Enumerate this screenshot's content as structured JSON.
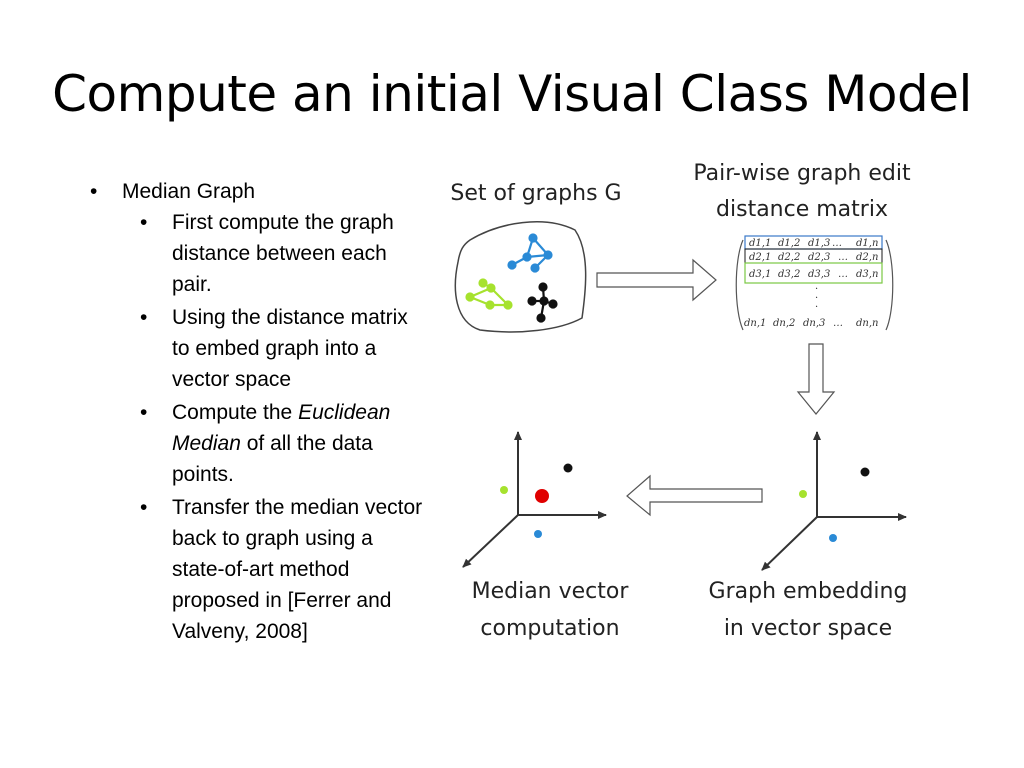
{
  "slide": {
    "title": "Compute an initial Visual Class Model",
    "bullet": "Median Graph",
    "sub": [
      {
        "text": "First compute the graph distance between each pair."
      },
      {
        "pre": "Using the distance matrix to embed graph into a vector space"
      },
      {
        "pre": "Compute the ",
        "em": "Euclidean Median",
        "post": " of all the data points."
      },
      {
        "pre": "Transfer the median vector back to graph using a state-of-art method proposed in [Ferrer and Valveny, 2008]"
      }
    ]
  },
  "diagram": {
    "label_set": "Set of graphs G",
    "label_matrix_1": "Pair-wise graph edit",
    "label_matrix_2": "distance matrix",
    "label_median_1": "Median vector",
    "label_median_2": "computation",
    "label_embed_1": "Graph embedding",
    "label_embed_2": "in vector space",
    "matrix": {
      "r1": [
        "d1,1",
        "d1,2",
        "d1,3",
        "…",
        "d1,n"
      ],
      "r2": [
        "d2,1",
        "d2,2",
        "d2,3",
        "…",
        "d2,n"
      ],
      "r3": [
        "d3,1",
        "d3,2",
        "d3,3",
        "…",
        "d3,n"
      ],
      "rn": [
        "dn,1",
        "dn,2",
        "dn,3",
        "…",
        "dn,n"
      ]
    },
    "colors": {
      "blue": "#2a8ad6",
      "green": "#a6e22e",
      "black": "#111111",
      "red": "#e00000",
      "row_blue": "#3a78c8",
      "row_green": "#7ac943"
    }
  }
}
